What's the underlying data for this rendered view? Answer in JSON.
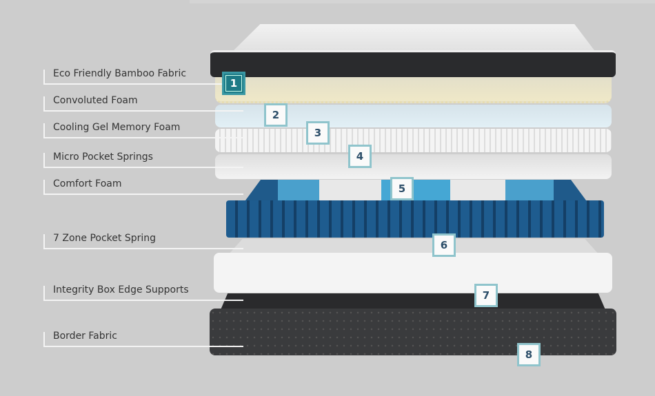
{
  "layers": [
    {
      "number": "1",
      "label": "Eco Friendly Bamboo Fabric"
    },
    {
      "number": "2",
      "label": "Convoluted Foam"
    },
    {
      "number": "3",
      "label": "Cooling Gel Memory Foam"
    },
    {
      "number": "4",
      "label": "Micro Pocket Springs"
    },
    {
      "number": "5",
      "label": "Comfort Foam"
    },
    {
      "number": "6",
      "label": "7 Zone Pocket Spring"
    },
    {
      "number": "7",
      "label": "Integrity Box Edge Supports"
    },
    {
      "number": "8",
      "label": "Border Fabric"
    }
  ],
  "colors": {
    "accent": "#1d7a86",
    "badge_border": "#8fc4cc",
    "spring_blue": "#1e5c8f"
  }
}
